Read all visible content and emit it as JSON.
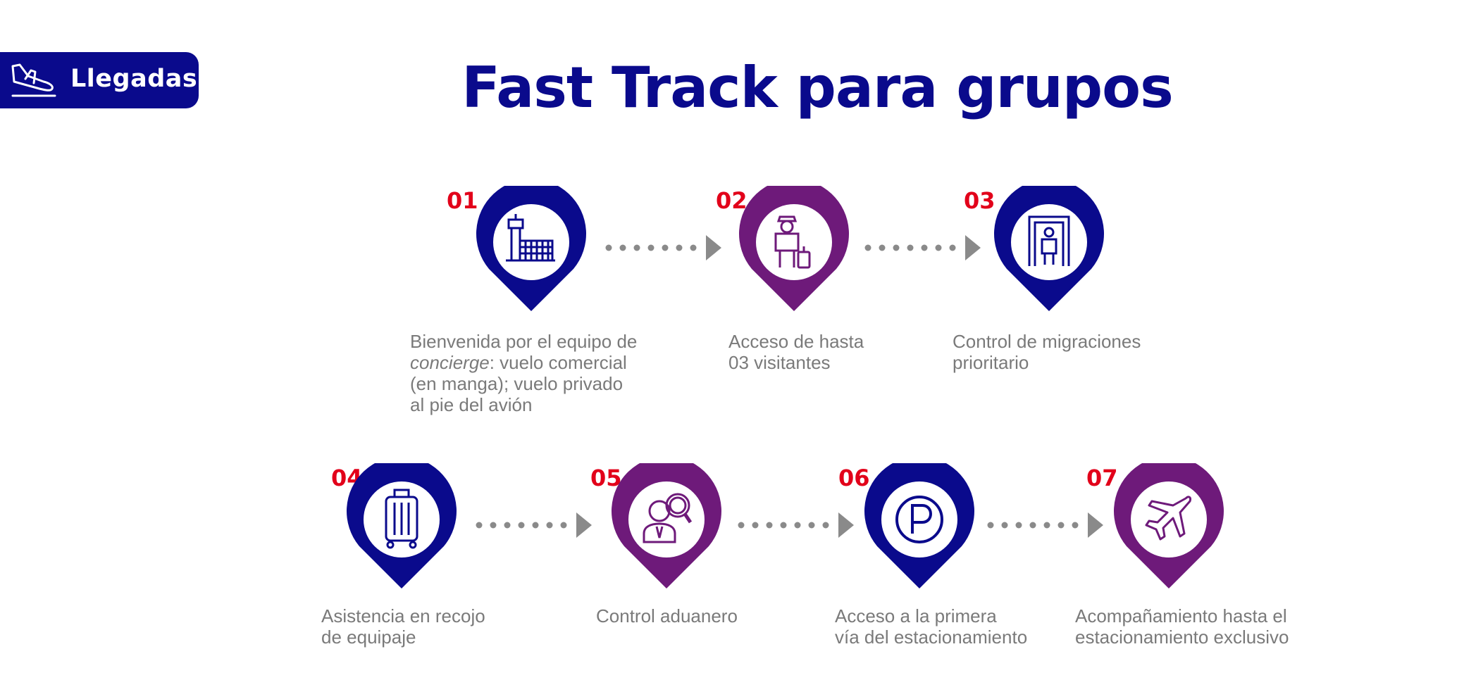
{
  "header": {
    "badge_label": "Llegadas",
    "title": "Fast Track para grupos"
  },
  "colors": {
    "navy": "#0a0a8c",
    "purple": "#6e1a7a",
    "red": "#e2001a",
    "gray": "#7a7a7a",
    "connector": "#8a8a8a"
  },
  "steps": [
    {
      "num": "01",
      "color": "navy",
      "icon": "control-tower-icon",
      "desc": [
        "Bienvenida por el equipo de",
        "concierge",
        ": vuelo comercial",
        "(en manga); vuelo privado",
        "al pie del avión"
      ]
    },
    {
      "num": "02",
      "color": "purple",
      "icon": "traveler-with-luggage-icon",
      "desc": [
        "Acceso de hasta",
        "03 visitantes"
      ]
    },
    {
      "num": "03",
      "color": "navy",
      "icon": "security-scanner-icon",
      "desc": [
        "Control de migraciones",
        "prioritario"
      ]
    },
    {
      "num": "04",
      "color": "navy",
      "icon": "suitcase-icon",
      "desc": [
        "Asistencia en recojo",
        "de equipaje"
      ]
    },
    {
      "num": "05",
      "color": "purple",
      "icon": "customs-inspector-icon",
      "desc": [
        "Control aduanero"
      ]
    },
    {
      "num": "06",
      "color": "navy",
      "icon": "parking-icon",
      "desc": [
        "Acceso a la primera",
        "vía del estacionamiento"
      ]
    },
    {
      "num": "07",
      "color": "purple",
      "icon": "airplane-icon",
      "desc": [
        "Acompañamiento hasta el",
        "estacionamiento exclusivo"
      ]
    }
  ]
}
